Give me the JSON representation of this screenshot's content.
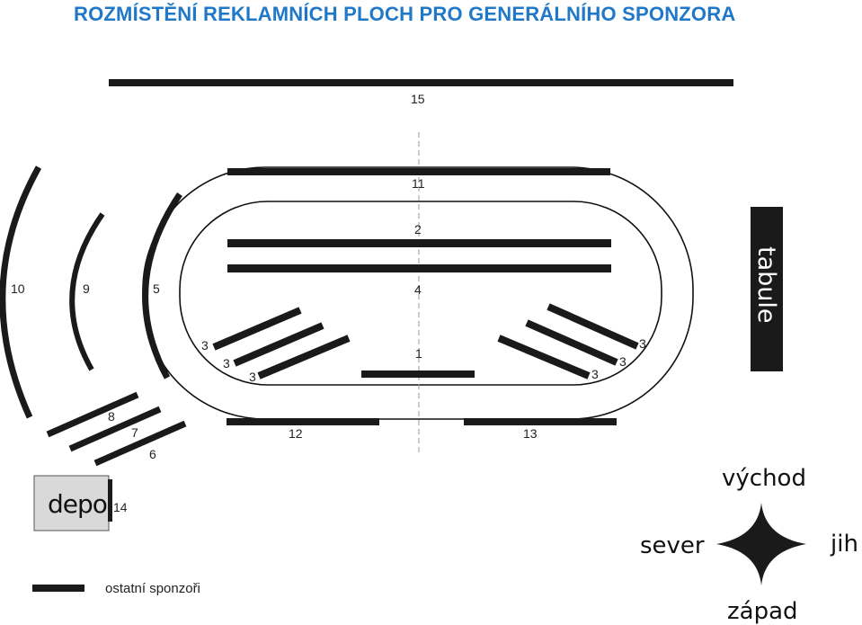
{
  "title": "ROZMÍSTĚNÍ REKLAMNÍCH PLOCH PRO GENERÁLNÍHO SPONZORA",
  "labels": {
    "l15": "15",
    "l11": "11",
    "l2": "2",
    "l4": "4",
    "l1": "1",
    "l10": "10",
    "l9": "9",
    "l5": "5",
    "l3a": "3",
    "l3b": "3",
    "l3c": "3",
    "l3d": "3",
    "l3e": "3",
    "l3f": "3",
    "l8": "8",
    "l7": "7",
    "l6": "6",
    "l12": "12",
    "l13": "13",
    "l14": "14"
  },
  "board": "tabule",
  "depo": "depo",
  "compass": {
    "east": "východ",
    "north": "sever",
    "south": "jih",
    "west": "západ"
  },
  "legend": "ostatní sponzoři",
  "colors": {
    "title": "#1f78c8",
    "bars": "#1a1a1a",
    "depo_fill": "#d9d9d9"
  }
}
